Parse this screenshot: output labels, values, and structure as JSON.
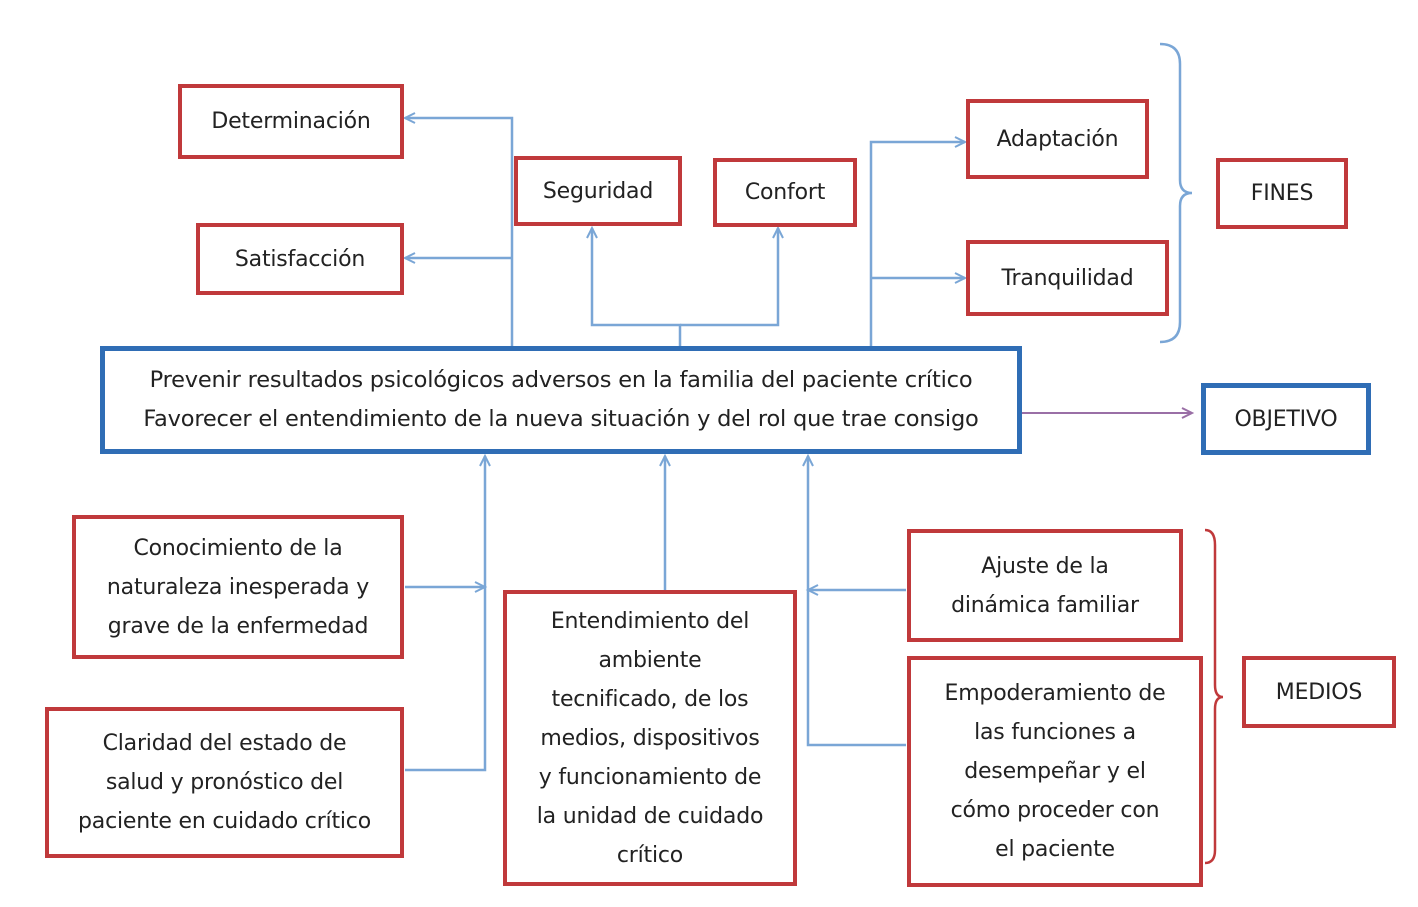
{
  "objective": {
    "text": "Prevenir resultados psicológicos adversos en la familia del paciente crítico\nFavorecer el entendimiento de la nueva situación y del rol que trae consigo"
  },
  "fines": {
    "determinacion": "Determinación",
    "satisfaccion": "Satisfacción",
    "seguridad": "Seguridad",
    "confort": "Confort",
    "adaptacion": "Adaptación",
    "tranquilidad": "Tranquilidad"
  },
  "medios": {
    "conocimiento": "Conocimiento de la\nnaturaleza inesperada y\ngrave de la enfermedad",
    "claridad": "Claridad del estado de\nsalud y pronóstico del\npaciente en cuidado crítico",
    "entendimiento": "Entendimiento del\nambiente\ntecnificado, de los\nmedios, dispositivos\ny funcionamiento de\nla unidad de cuidado\ncrítico",
    "ajuste": "Ajuste de la\ndinámica familiar",
    "empoderamiento": "Empoderamiento de\nlas funciones a\ndesempeñar y el\ncómo proceder con\nel paciente"
  },
  "labels": {
    "fines": "FINES",
    "objetivo": "OBJETIVO",
    "medios": "MEDIOS"
  },
  "colors": {
    "box_border_red": "#c0393b",
    "box_border_blue": "#2f6db5",
    "connector_blue": "#7aa6d6",
    "connector_purple": "#9a6fa6",
    "brace_red": "#c0393b"
  }
}
